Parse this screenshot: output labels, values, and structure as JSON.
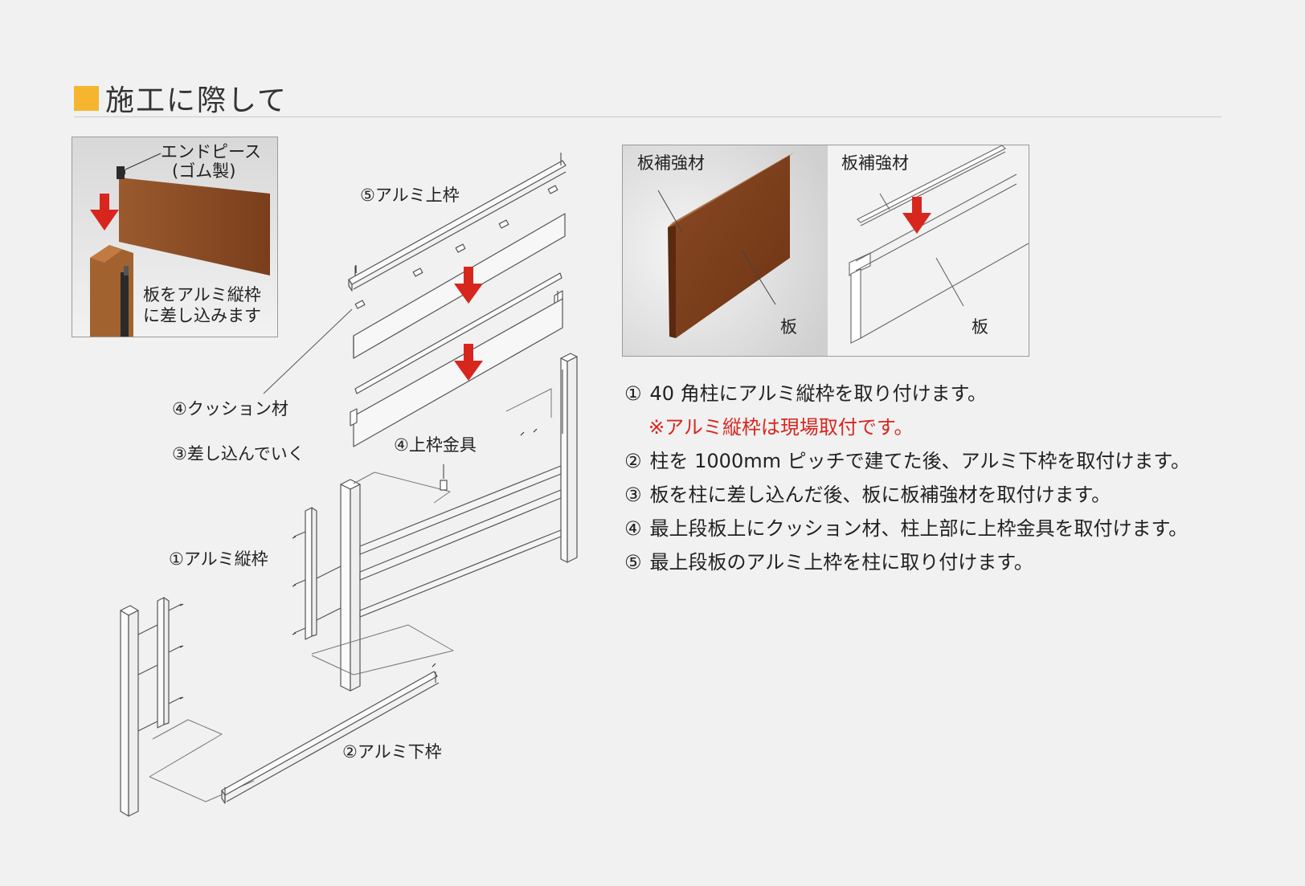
{
  "title": "施工に際して",
  "colors": {
    "accent": "#f6b52e",
    "wood": "#8a4a24",
    "arrow": "#d7261e",
    "note": "#d7261e"
  },
  "labels": {
    "top_frame": "⑤アルミ上枠",
    "cushion": "④クッション材",
    "insert": "③差し込んでいく",
    "top_bracket": "④上枠金具",
    "vertical_frame": "①アルミ縦枠",
    "bottom_frame": "②アルミ下枠"
  },
  "inset_a": {
    "end_piece_line1": "エンドピース",
    "end_piece_line2": "(ゴム製)",
    "caption_line1": "板をアルミ縦枠",
    "caption_line2": "に差し込みます"
  },
  "inset_b": {
    "left_reinforce": "板補強材",
    "left_board": "板",
    "right_reinforce": "板補強材",
    "right_board": "板"
  },
  "steps": [
    {
      "num": "①",
      "text": "40 角柱にアルミ縦枠を取り付けます。"
    },
    {
      "num": "",
      "text": "※アルミ縦枠は現場取付です。",
      "note": true
    },
    {
      "num": "②",
      "text": "柱を 1000mm ピッチで建てた後、アルミ下枠を取付けます。"
    },
    {
      "num": "③",
      "text": "板を柱に差し込んだ後、板に板補強材を取付けます。"
    },
    {
      "num": "④",
      "text": "最上段板上にクッション材、柱上部に上枠金具を取付けます。"
    },
    {
      "num": "⑤",
      "text": "最上段板のアルミ上枠を柱に取り付けます。"
    }
  ]
}
